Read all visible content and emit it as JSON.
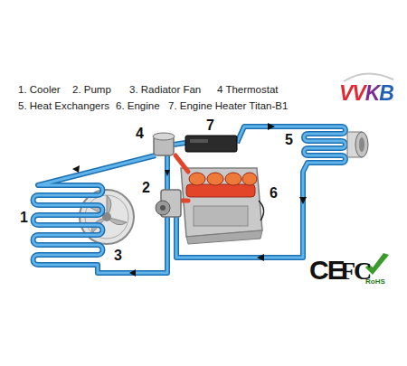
{
  "diagram": {
    "labels": [
      "VVKB",
      "1. Cooler",
      "2. Pump",
      "3. Radiator Fan",
      "4 Thermostat",
      "5. Heat Exchangers",
      "6. Engine",
      "7. Engine Heater Titan-B1",
      "4",
      "7",
      "5",
      "2",
      "6",
      "1",
      "3",
      "CE",
      "FC",
      "RoHS"
    ]
  }
}
